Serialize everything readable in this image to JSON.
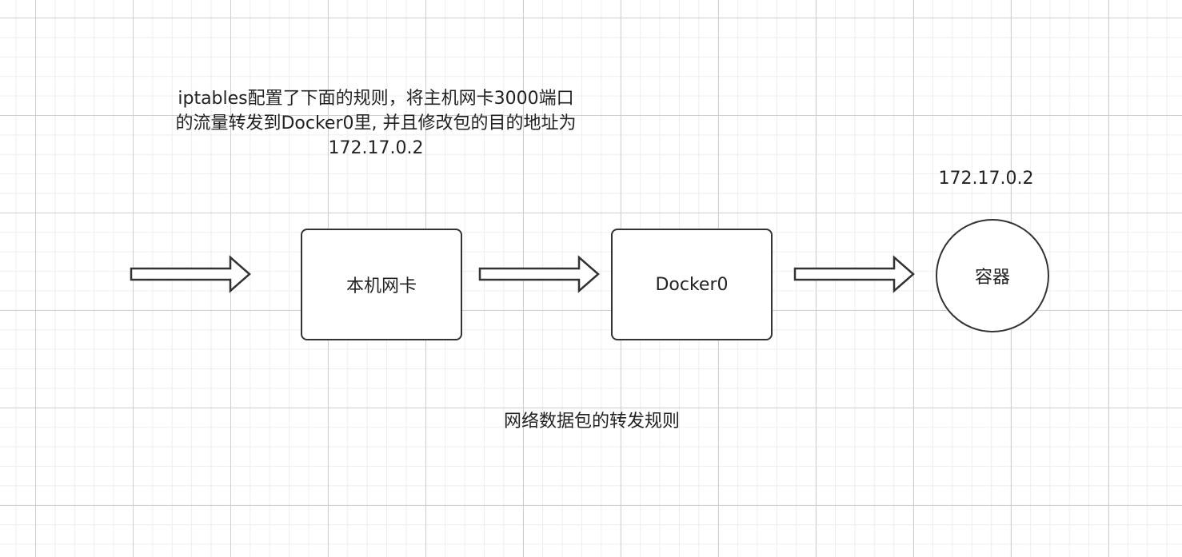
{
  "diagram": {
    "note_lines": [
      "iptables配置了下面的规则，将主机网卡3000端口",
      "的流量转发到Docker0里, 并且修改包的目的地址为",
      "172.17.0.2"
    ],
    "container_ip": "172.17.0.2",
    "nodes": {
      "host_nic": "本机网卡",
      "docker0": "Docker0",
      "container": "容器"
    },
    "caption": "网络数据包的转发规则",
    "colors": {
      "stroke": "#333333",
      "grid_major": "#cfcfcf",
      "grid_minor": "#eeeeee",
      "background": "#ffffff"
    }
  }
}
